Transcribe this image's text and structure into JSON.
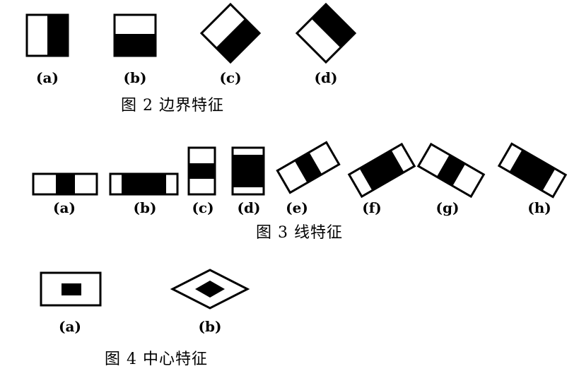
{
  "colors": {
    "background": "#ffffff",
    "ink": "#000000",
    "fill": "#ffffff"
  },
  "figure2": {
    "caption": "图 2 边界特征",
    "items": [
      {
        "label": "(a)"
      },
      {
        "label": "(b)"
      },
      {
        "label": "(c)"
      },
      {
        "label": "(d)"
      }
    ]
  },
  "figure3": {
    "caption": "图 3 线特征",
    "items": [
      {
        "label": "(a)"
      },
      {
        "label": "(b)"
      },
      {
        "label": "(c)"
      },
      {
        "label": "(d)"
      },
      {
        "label": "(e)"
      },
      {
        "label": "(f)"
      },
      {
        "label": "(g)"
      },
      {
        "label": "(h)"
      }
    ]
  },
  "figure4": {
    "caption": "图 4 中心特征",
    "items": [
      {
        "label": "(a)"
      },
      {
        "label": "(b)"
      }
    ]
  }
}
